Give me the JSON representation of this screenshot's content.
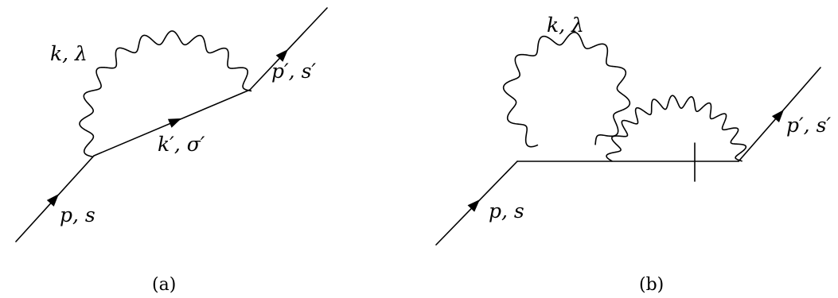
{
  "diagram_a": {
    "label_photon": "k, λ",
    "label_internal": "k′, σ′",
    "label_incoming": "p, s",
    "label_outgoing": "p′, s′",
    "caption": "(a)"
  },
  "diagram_b": {
    "label_photon": "k, λ",
    "label_incoming": "p, s",
    "label_outgoing": "p′, s′",
    "caption": "(b)"
  }
}
